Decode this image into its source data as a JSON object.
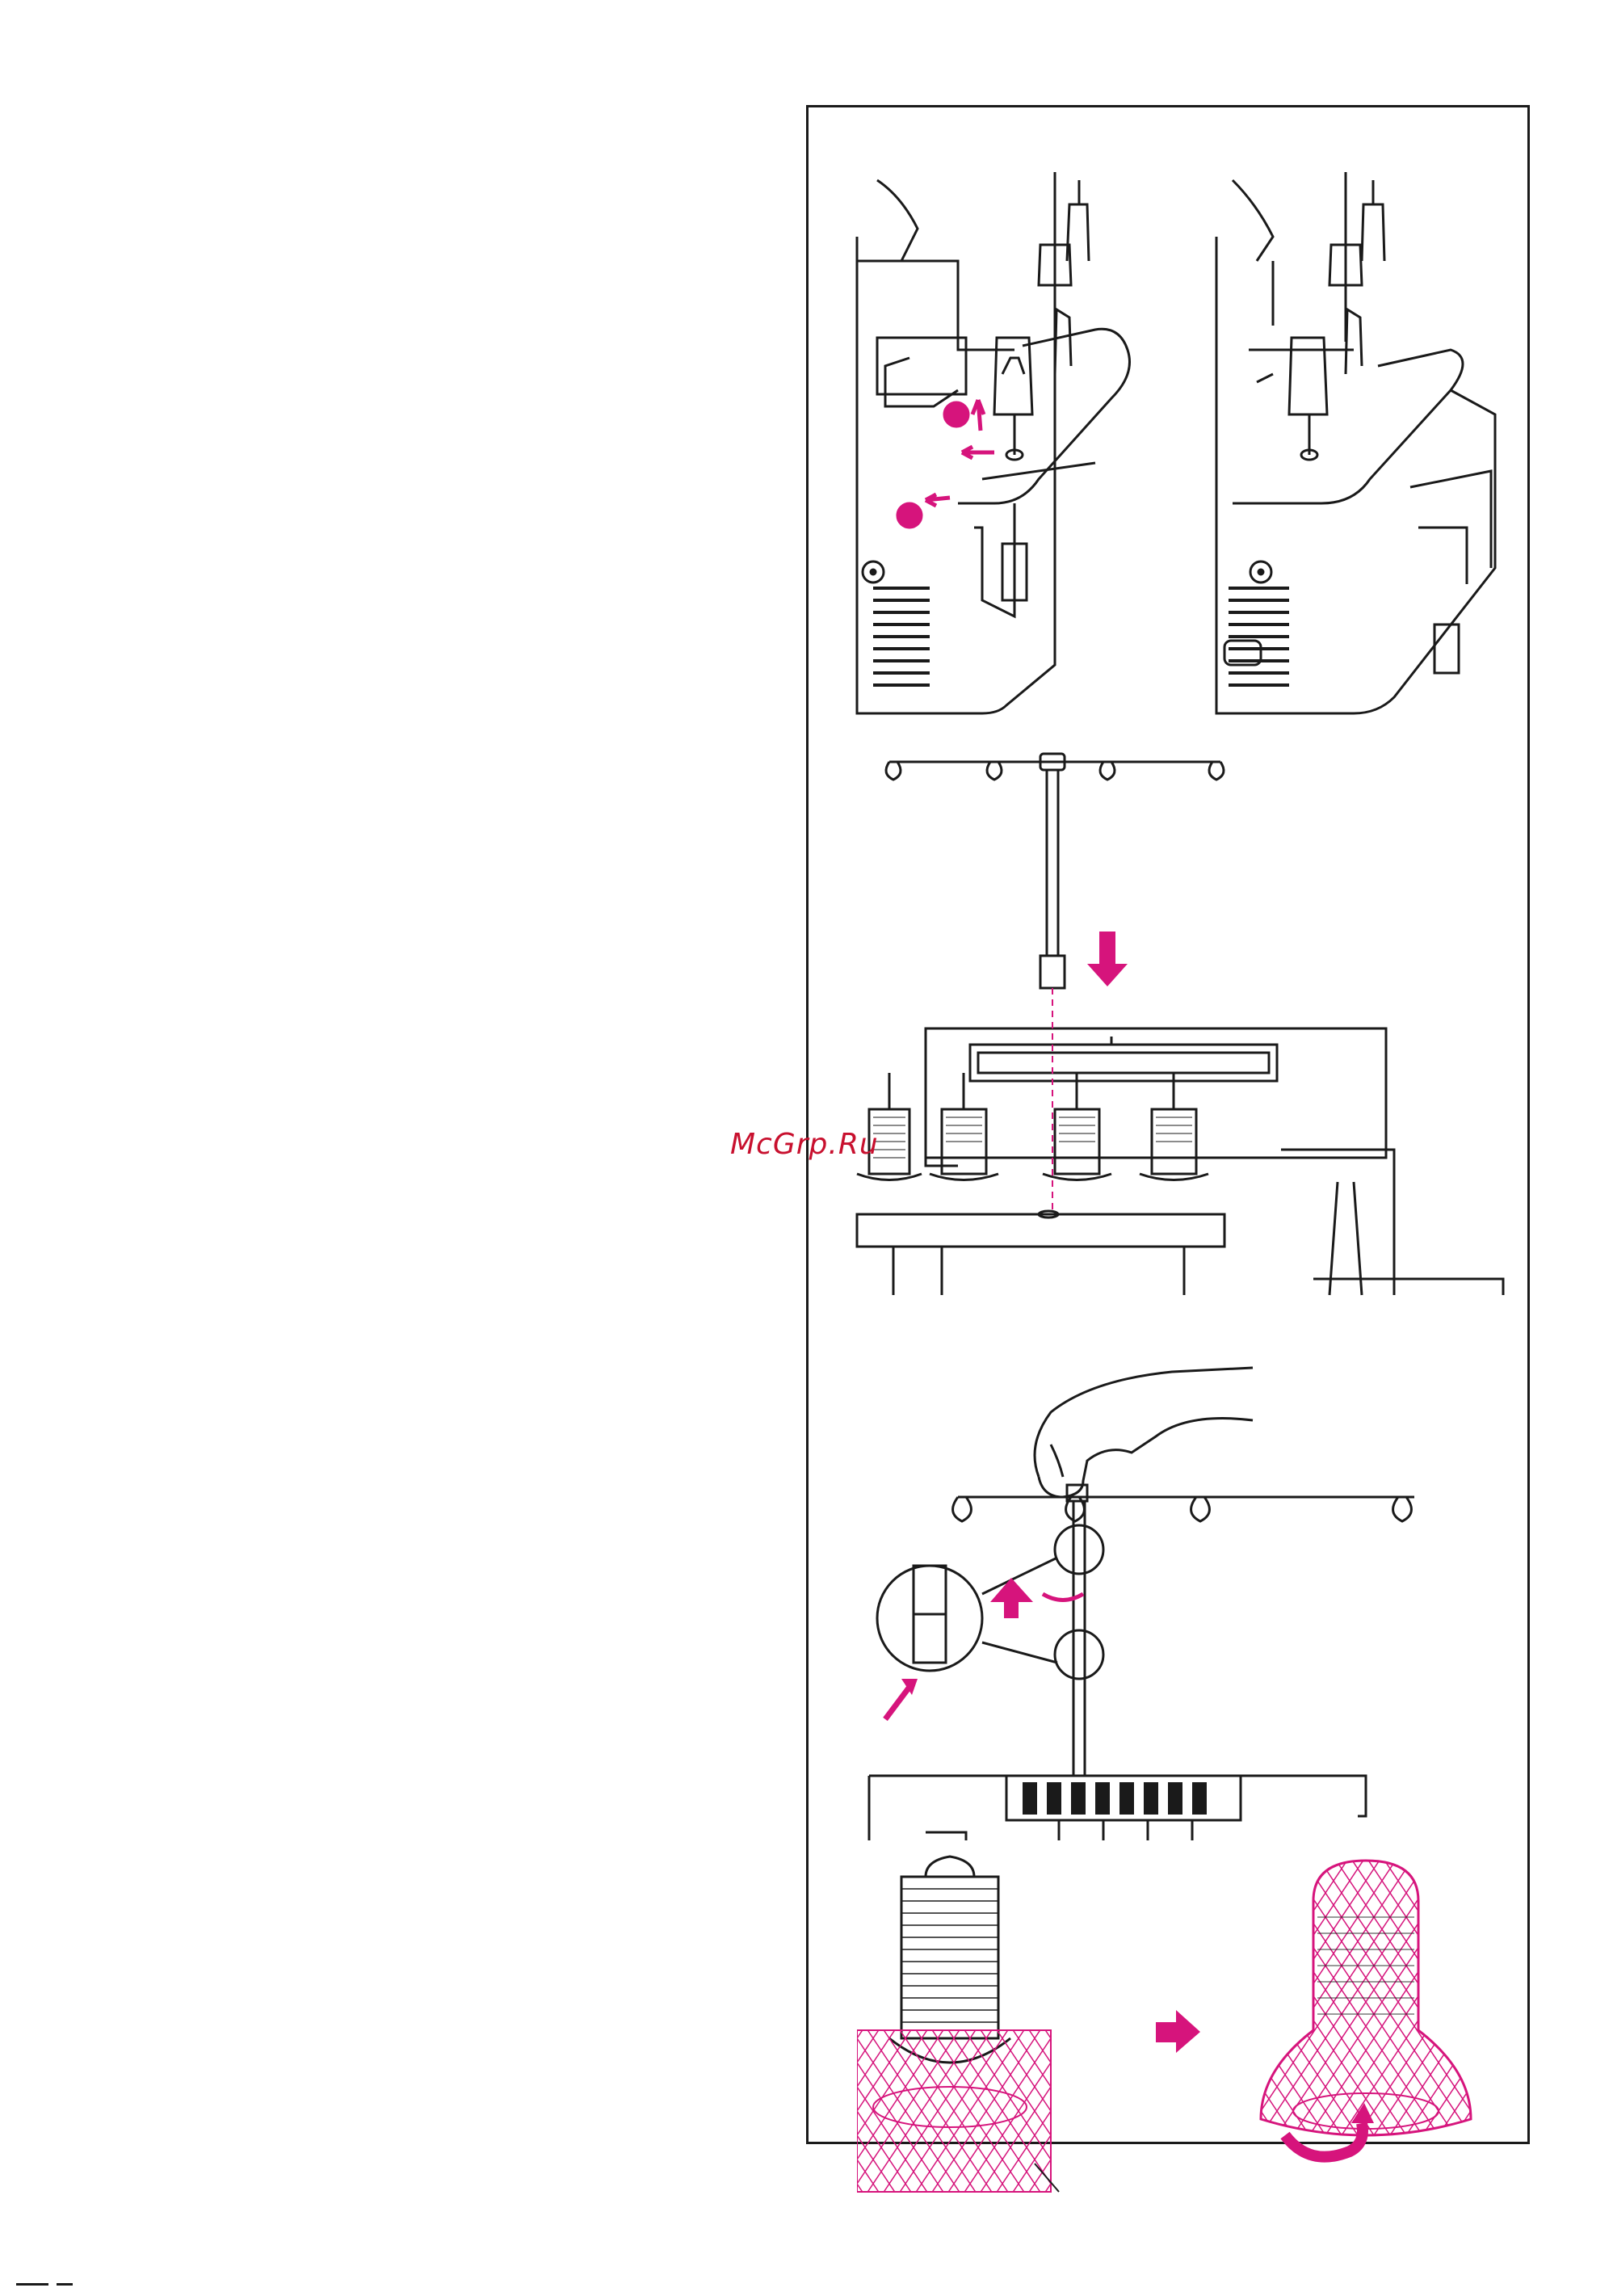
{
  "watermark": {
    "text": "McGrp.Ru"
  },
  "colors": {
    "accent": "#d6147c",
    "line": "#1a1a1a",
    "watermark": "#c8102e"
  },
  "figures": [
    {
      "id": "fig-spool-holder-install",
      "description_icon": "spool-stand-machine-top-view-icon"
    },
    {
      "id": "fig-thread-guide-insert",
      "description_icon": "thread-guide-rod-insert-icon"
    },
    {
      "id": "fig-thread-guide-extend",
      "description_icon": "thread-guide-rod-extend-icon"
    },
    {
      "id": "fig-spool-net",
      "description_icon": "spool-net-icon"
    }
  ]
}
